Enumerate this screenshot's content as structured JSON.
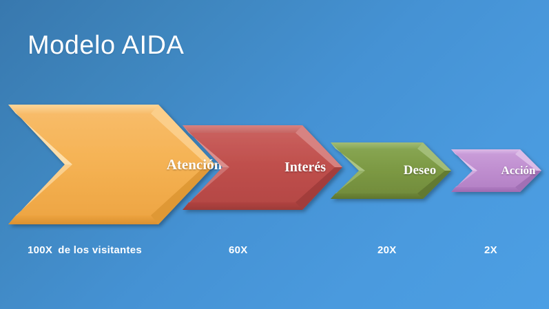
{
  "slide": {
    "title": "Modelo AIDA",
    "background_top_color": "#3878ae",
    "background_bottom_color": "#4c9fe4"
  },
  "stages": [
    {
      "key": "attention",
      "label": "Atención",
      "color": "#f5b355",
      "metric": "100X",
      "metric_note": "de los visitantes"
    },
    {
      "key": "interest",
      "label": "Interés",
      "color": "#c0504d",
      "metric": "60X",
      "metric_note": ""
    },
    {
      "key": "desire",
      "label": "Deseo",
      "color": "#7d9a44",
      "metric": "20X",
      "metric_note": ""
    },
    {
      "key": "action",
      "label": "Acción",
      "color": "#c08fd0",
      "metric": "2X",
      "metric_note": ""
    }
  ]
}
